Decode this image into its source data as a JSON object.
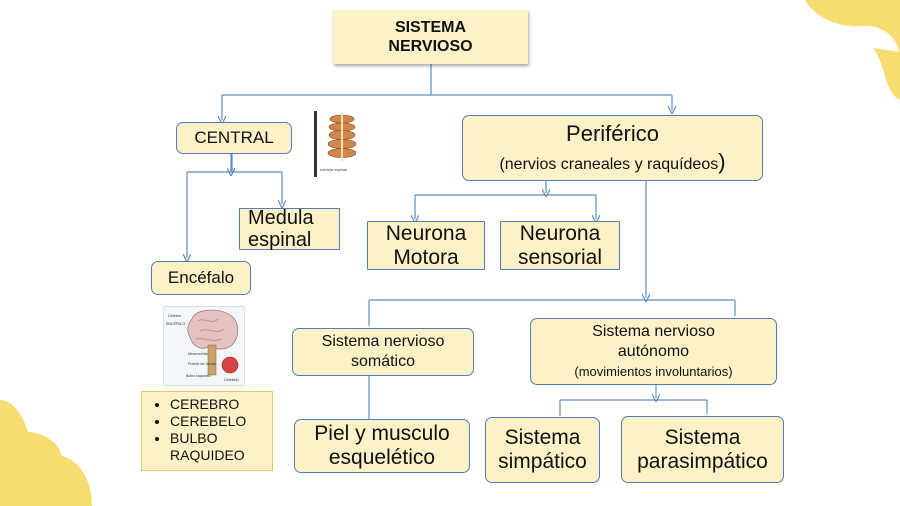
{
  "title": {
    "line1": "SISTEMA",
    "line2": "NERVIOSO"
  },
  "central": "CENTRAL",
  "periferico": {
    "title": "Periférico",
    "subtitle": "(nervios craneales y raquídeos",
    "close_paren": ")"
  },
  "medula_espinal": {
    "line1": "Medula",
    "line2": "espinal"
  },
  "encefalo": "Encéfalo",
  "neurona_motora": {
    "line1": "Neurona",
    "line2": "Motora"
  },
  "neurona_sensorial": {
    "line1": "Neurona",
    "line2": "sensorial"
  },
  "somatico": {
    "line1": "Sistema nervioso",
    "line2": "somático"
  },
  "autonomo": {
    "line1": "Sistema nervioso",
    "line2": "autónomo",
    "line3": "(movimientos involuntarios)"
  },
  "piel_musculo": {
    "line1": "Piel y musculo",
    "line2": "esquelético"
  },
  "simpatico": {
    "line1": "Sistema",
    "line2": "simpático"
  },
  "parasimpatico": {
    "line1": "Sistema",
    "line2": "parasimpático"
  },
  "encefalo_parts": [
    "CEREBRO",
    "CEREBELO",
    "BULBO RAQUIDEO"
  ],
  "brain_image": {
    "labels": [
      "Cerebro",
      "ENCÉFALO",
      "Mesencéfalo",
      "Puente de Varolio",
      "Bulbo raquídeo",
      "Cerebelo"
    ]
  },
  "spine_image": {
    "caption": "médula espinal"
  },
  "colors": {
    "box_fill": "#fdf1c7",
    "box_border": "#4f7fb6",
    "arrow": "#5b8ec5",
    "corner_accent": "#f7dc6f"
  }
}
